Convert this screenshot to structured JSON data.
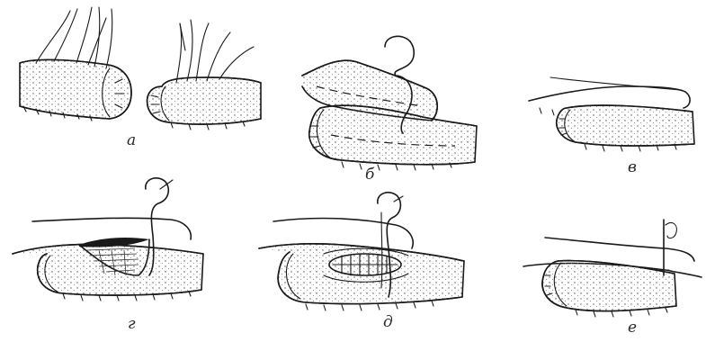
{
  "figure": {
    "panels": [
      {
        "id": "a",
        "label": "а"
      },
      {
        "id": "b",
        "label": "б"
      },
      {
        "id": "c",
        "label": "в"
      },
      {
        "id": "d",
        "label": "г"
      },
      {
        "id": "e",
        "label": "д"
      },
      {
        "id": "f",
        "label": "е"
      }
    ]
  },
  "colors": {
    "ink": "#1a1a1a",
    "paper": "#ffffff"
  }
}
